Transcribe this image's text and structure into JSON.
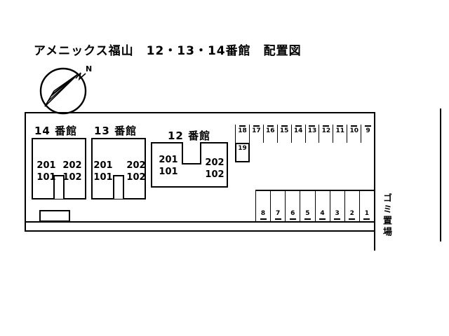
{
  "title": "アメニックス福山　12・13・14番館　配置図",
  "compass": {
    "north_label": "N"
  },
  "buildings": [
    {
      "name": "14 番館",
      "units": [
        {
          "upper": "201",
          "lower": "101"
        },
        {
          "upper": "202",
          "lower": "102"
        }
      ]
    },
    {
      "name": "13 番館",
      "units": [
        {
          "upper": "201",
          "lower": "101"
        },
        {
          "upper": "202",
          "lower": "102"
        }
      ]
    },
    {
      "name": "12 番館",
      "units": [
        {
          "upper": "201",
          "lower": "101"
        },
        {
          "upper": "202",
          "lower": "102"
        }
      ]
    }
  ],
  "parking": {
    "top_row": [
      "18",
      "17",
      "16",
      "15",
      "14",
      "13",
      "12",
      "11",
      "10",
      "9"
    ],
    "side_space": "19",
    "bottom_row": [
      "8",
      "7",
      "6",
      "5",
      "4",
      "3",
      "2",
      "1"
    ]
  },
  "labels": {
    "garbage": "ゴミ置場"
  }
}
